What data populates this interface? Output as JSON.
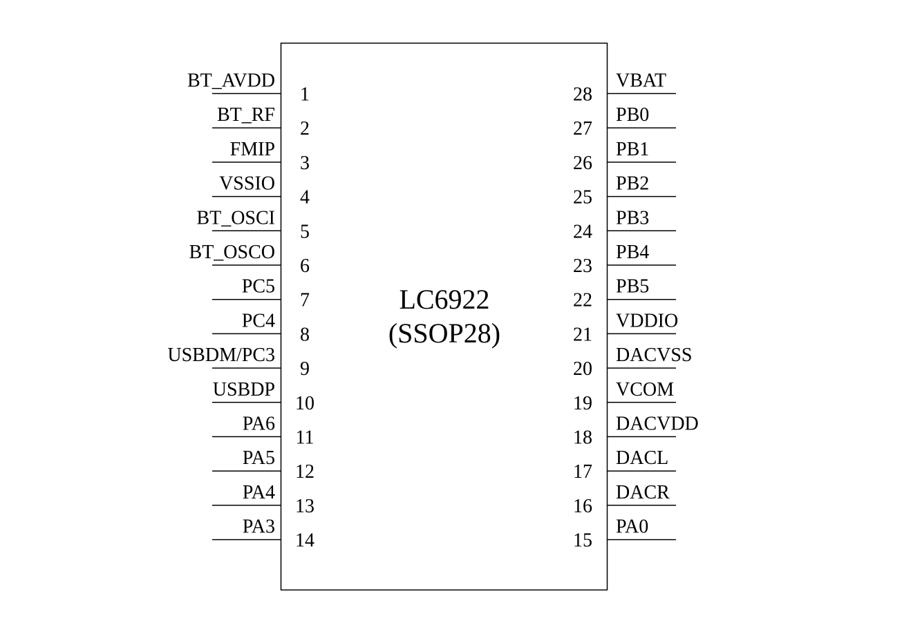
{
  "chip": {
    "name": "LC6922",
    "package": "(SSOP28)"
  },
  "pins_left": [
    {
      "num": "1",
      "label": "BT_AVDD"
    },
    {
      "num": "2",
      "label": "BT_RF"
    },
    {
      "num": "3",
      "label": "FMIP"
    },
    {
      "num": "4",
      "label": "VSSIO"
    },
    {
      "num": "5",
      "label": "BT_OSCI"
    },
    {
      "num": "6",
      "label": "BT_OSCO"
    },
    {
      "num": "7",
      "label": "PC5"
    },
    {
      "num": "8",
      "label": "PC4"
    },
    {
      "num": "9",
      "label": "USBDM/PC3"
    },
    {
      "num": "10",
      "label": "USBDP"
    },
    {
      "num": "11",
      "label": "PA6"
    },
    {
      "num": "12",
      "label": "PA5"
    },
    {
      "num": "13",
      "label": "PA4"
    },
    {
      "num": "14",
      "label": "PA3"
    }
  ],
  "pins_right": [
    {
      "num": "28",
      "label": "VBAT"
    },
    {
      "num": "27",
      "label": "PB0"
    },
    {
      "num": "26",
      "label": "PB1"
    },
    {
      "num": "25",
      "label": "PB2"
    },
    {
      "num": "24",
      "label": "PB3"
    },
    {
      "num": "23",
      "label": "PB4"
    },
    {
      "num": "22",
      "label": "PB5"
    },
    {
      "num": "21",
      "label": "VDDIO"
    },
    {
      "num": "20",
      "label": "DACVSS"
    },
    {
      "num": "19",
      "label": "VCOM"
    },
    {
      "num": "18",
      "label": "DACVDD"
    },
    {
      "num": "17",
      "label": "DACL"
    },
    {
      "num": "16",
      "label": "DACR"
    },
    {
      "num": "15",
      "label": "PA0"
    }
  ]
}
